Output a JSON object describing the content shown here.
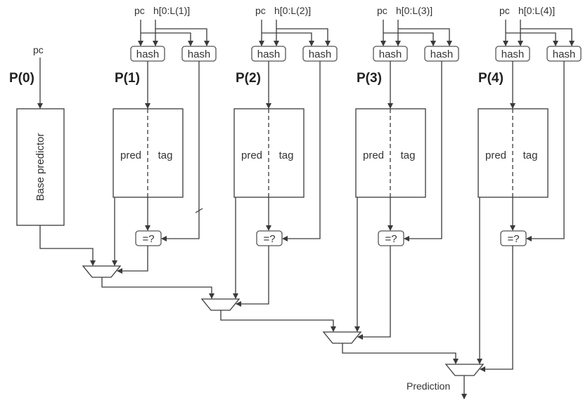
{
  "diagram": {
    "base": {
      "input_label": "pc",
      "stage_label": "P(0)",
      "box_label": "Base predictor"
    },
    "stages": [
      {
        "stage_label": "P(1)",
        "pc_label": "pc",
        "history_label": "h[0:L(1)]",
        "hash_label": "hash",
        "pred_label": "pred",
        "tag_label": "tag",
        "compare_label": "=?"
      },
      {
        "stage_label": "P(2)",
        "pc_label": "pc",
        "history_label": "h[0:L(2)]",
        "hash_label": "hash",
        "pred_label": "pred",
        "tag_label": "tag",
        "compare_label": "=?"
      },
      {
        "stage_label": "P(3)",
        "pc_label": "pc",
        "history_label": "h[0:L(3)]",
        "hash_label": "hash",
        "pred_label": "pred",
        "tag_label": "tag",
        "compare_label": "=?"
      },
      {
        "stage_label": "P(4)",
        "pc_label": "pc",
        "history_label": "h[0:L(4)]",
        "hash_label": "hash",
        "pred_label": "pred",
        "tag_label": "tag",
        "compare_label": "=?"
      }
    ],
    "output_label": "Prediction"
  }
}
